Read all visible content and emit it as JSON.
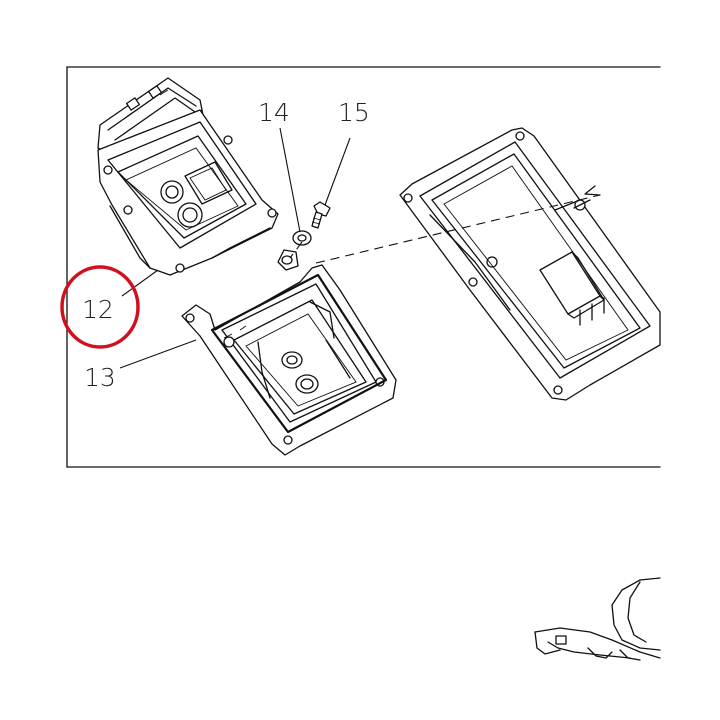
{
  "diagram": {
    "callouts": {
      "c12": "12",
      "c13": "13",
      "c14": "14",
      "c15": "15"
    },
    "highlight_color": "#d0101e",
    "highlighted_callout": "12"
  }
}
